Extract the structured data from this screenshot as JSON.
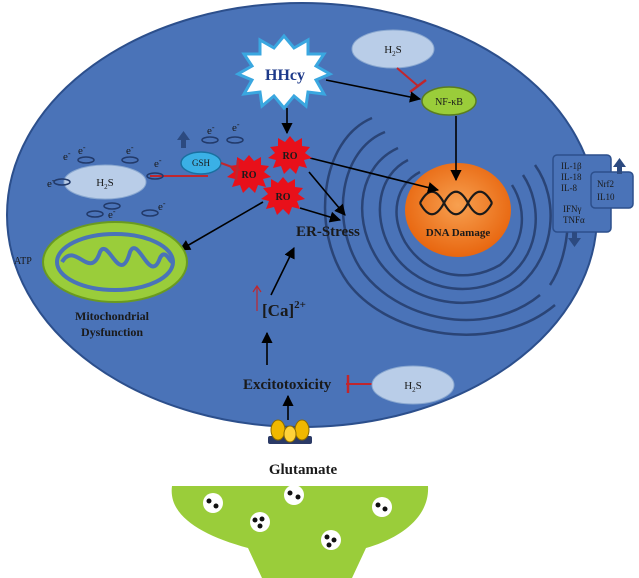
{
  "labels": {
    "hhcy": "HHcy",
    "h2s": "H",
    "h2s_sub": "2",
    "h2s_tail": "S",
    "nfkb": "NF-κB",
    "ro": "RO",
    "gsh": "GSH",
    "electron": "e",
    "electron_sup": "-",
    "atp": "ATP",
    "er_stress": "ER-Stress",
    "ca_open": "[Ca]",
    "ca_sup": "2+",
    "dna_damage": "DNA Damage",
    "mito_line1": "Mitochondrial",
    "mito_line2": "Dysfunction",
    "excitotoxicity": "Excitotoxicity",
    "glutamate": "Glutamate"
  },
  "cytokines": {
    "up_list": [
      "IL-1β",
      "IL-18",
      "IL-8"
    ],
    "down_list": [
      "IFNγ",
      "TNFα"
    ],
    "right_list": [
      "Nrf2",
      "IL10"
    ]
  },
  "colors": {
    "cell": "#4a73b8",
    "cell_edge": "#2c4f8c",
    "green": "#9acd3a",
    "orange": "#f07820",
    "red_star": "#e8101a",
    "h2s_fill": "#b9cde8",
    "gsh_fill": "#3ab0e6",
    "inhibit": "#c0262d"
  }
}
